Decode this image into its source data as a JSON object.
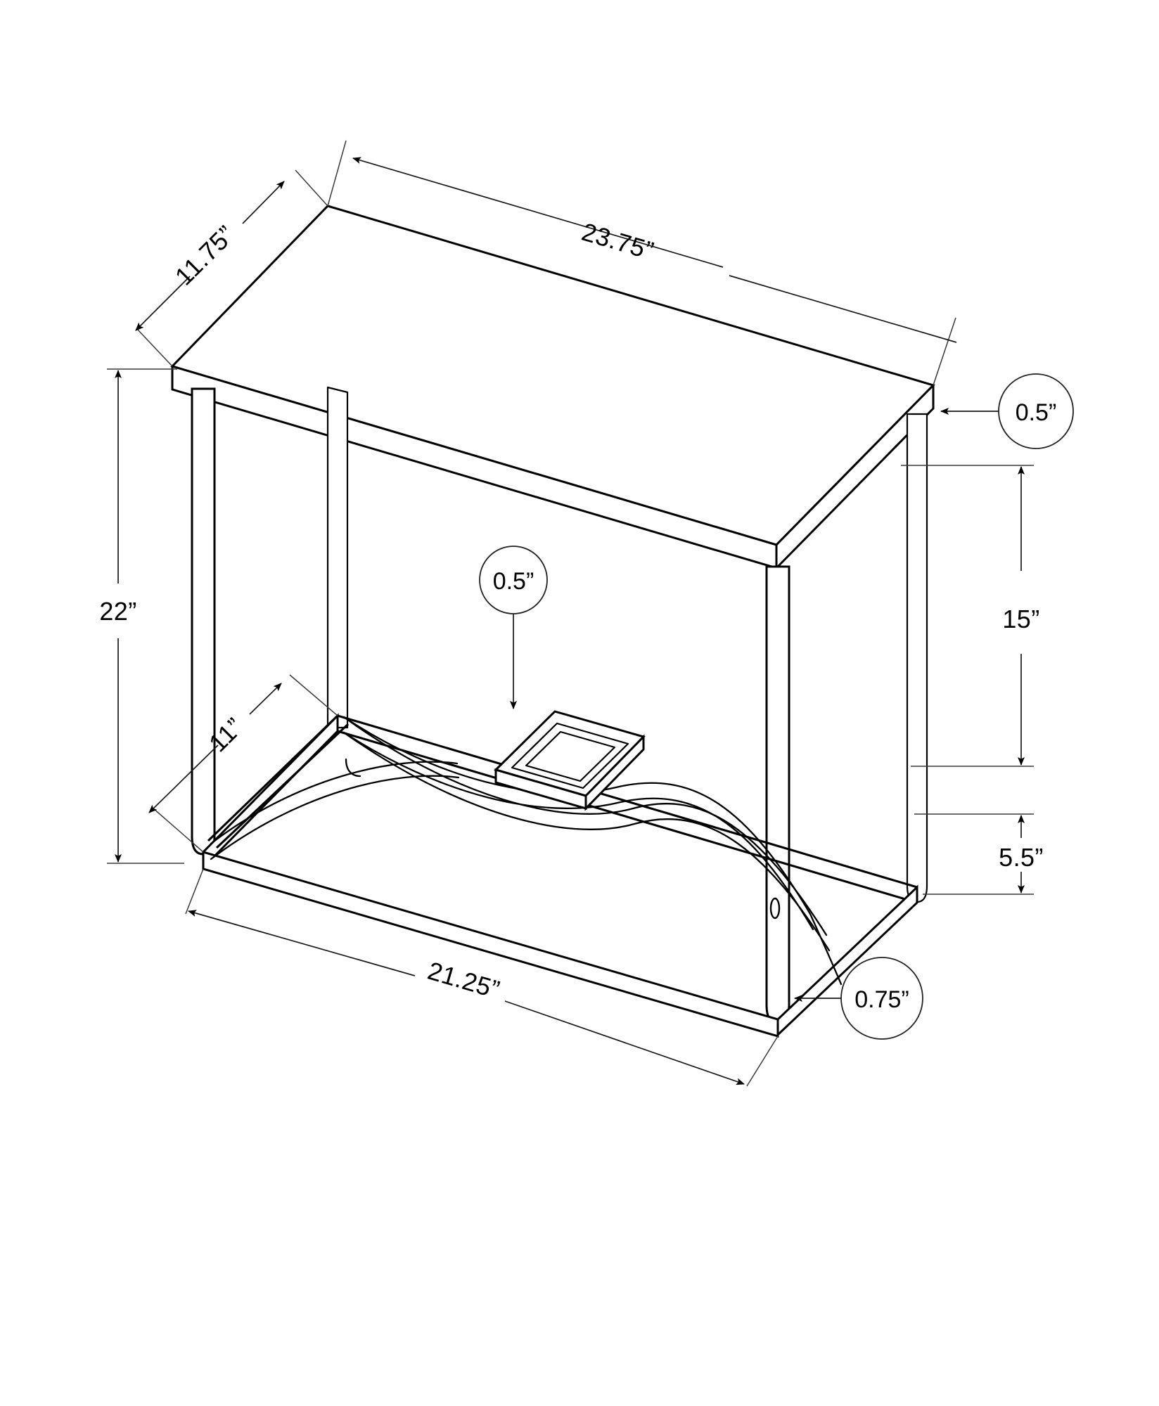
{
  "document": {
    "type": "technical-dimension-drawing",
    "subject": "console-accent-table",
    "projection": "isometric",
    "background_color": "#ffffff",
    "line_color": "#000000",
    "units": "inches"
  },
  "dimensions": {
    "top_width": "23.75”",
    "top_depth": "11.75”",
    "overall_height": "22”",
    "shelf_depth": "11”",
    "shelf_width": "21.25”",
    "top_to_shelf": "15”",
    "shelf_to_floor": "5.5”"
  },
  "callouts": [
    {
      "id": "top-thickness",
      "label": "0.5”",
      "target": "tabletop-edge-thickness"
    },
    {
      "id": "shelf-bar-thickness",
      "label": "0.5”",
      "target": "shelf-scroll-bar-thickness"
    },
    {
      "id": "leg-thickness",
      "label": "0.75”",
      "target": "front-right-leg-width"
    }
  ],
  "leg_marks": {
    "glide_mark": "0"
  },
  "parts": {
    "tabletop": "rectangular-top-panel",
    "legs": "four-round-tube-legs",
    "shelf": "lower-open-shelf",
    "ornament": "center-square-medallion",
    "scrollwork": "double-s-curve-bars"
  }
}
